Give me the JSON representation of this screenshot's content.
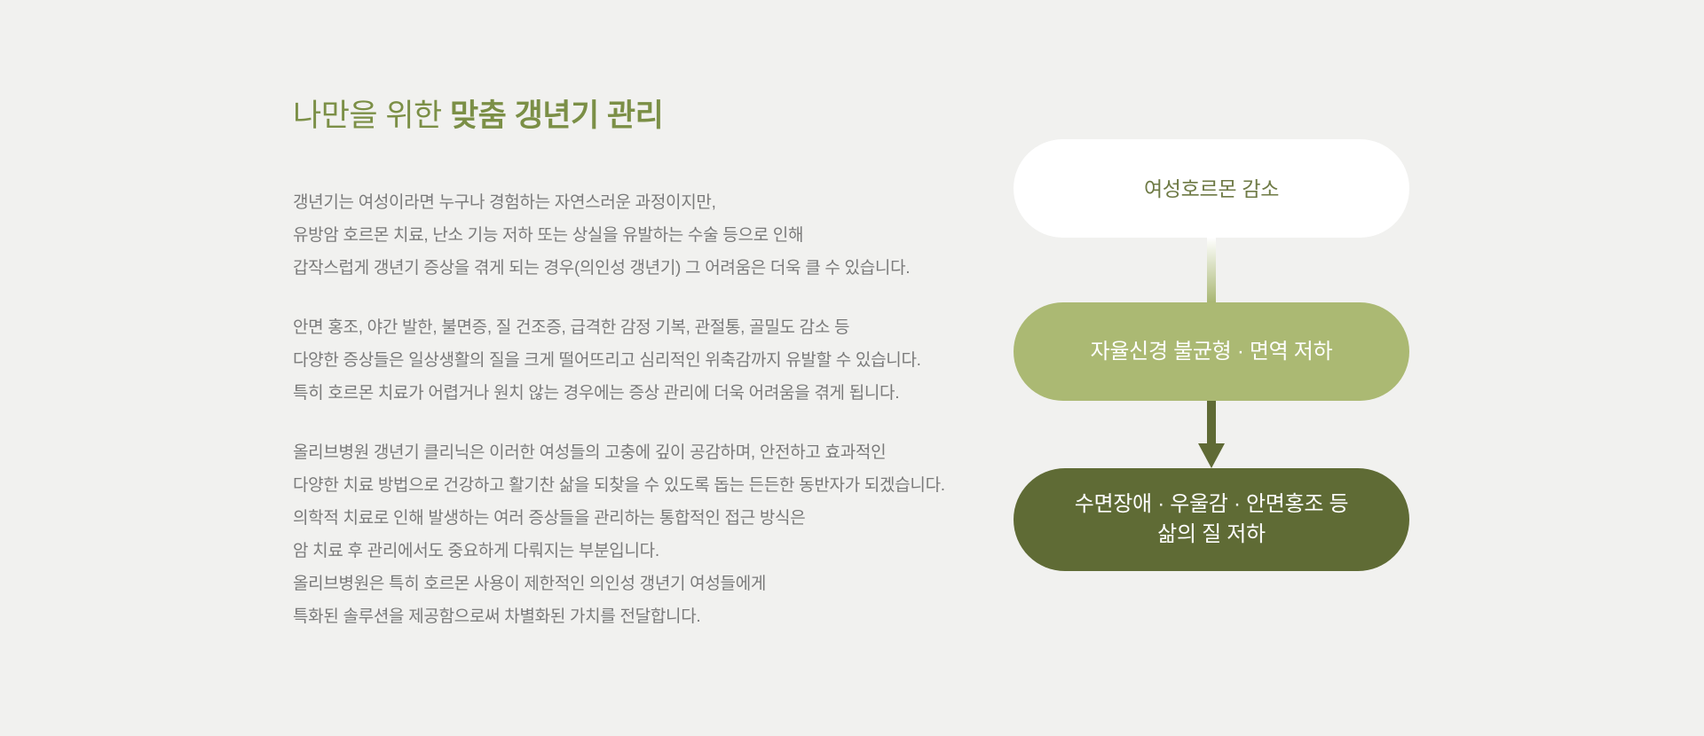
{
  "page": {
    "background": "#f1f1ef"
  },
  "content": {
    "heading": {
      "regular": "나만을 위한 ",
      "bold": "맞춤 갱년기 관리",
      "color": "#7b8f46"
    },
    "body_color": "#7a7a7a",
    "paragraphs": [
      {
        "lines": [
          "갱년기는 여성이라면 누구나 경험하는 자연스러운 과정이지만,",
          "유방암 호르몬 치료, 난소 기능 저하 또는 상실을 유발하는 수술 등으로 인해",
          "갑작스럽게 갱년기 증상을 겪게 되는 경우(의인성 갱년기) 그 어려움은 더욱 클 수 있습니다."
        ]
      },
      {
        "lines": [
          "안면 홍조, 야간 발한, 불면증, 질 건조증, 급격한 감정 기복, 관절통, 골밀도 감소 등",
          "다양한 증상들은 일상생활의 질을 크게 떨어뜨리고 심리적인 위축감까지 유발할 수 있습니다.",
          "특히 호르몬 치료가 어렵거나 원치 않는 경우에는 증상 관리에 더욱 어려움을 겪게 됩니다."
        ]
      },
      {
        "lines": [
          "올리브병원 갱년기 클리닉은 이러한 여성들의 고충에 깊이 공감하며, 안전하고 효과적인",
          "다양한 치료 방법으로 건강하고 활기찬 삶을 되찾을 수 있도록 돕는 든든한 동반자가 되겠습니다.",
          "의학적 치료로 인해 발생하는 여러 증상들을 관리하는 통합적인 접근 방식은",
          "암 치료 후 관리에서도 중요하게 다뤄지는 부분입니다.",
          "올리브병원은 특히 호르몬 사용이 제한적인 의인성 갱년기 여성들에게",
          "특화된 솔루션을 제공함으로써 차별화된 가치를 전달합니다."
        ]
      }
    ]
  },
  "diagram": {
    "step1": {
      "label": "여성호르몬 감소",
      "bg": "#ffffff",
      "color": "#6e7a45"
    },
    "step2": {
      "label": "자율신경 불균형 · 면역 저하",
      "bg": "#abb973",
      "color": "#ffffff"
    },
    "step3": {
      "line1": "수면장애 · 우울감 · 안면홍조 등",
      "line2": "삶의 질 저하",
      "bg": "#5f6b35",
      "color": "#ffffff"
    },
    "connector_gradient_from": "#ffffff",
    "connector_gradient_to": "#a9b773",
    "arrow_color": "#5f6a35"
  }
}
